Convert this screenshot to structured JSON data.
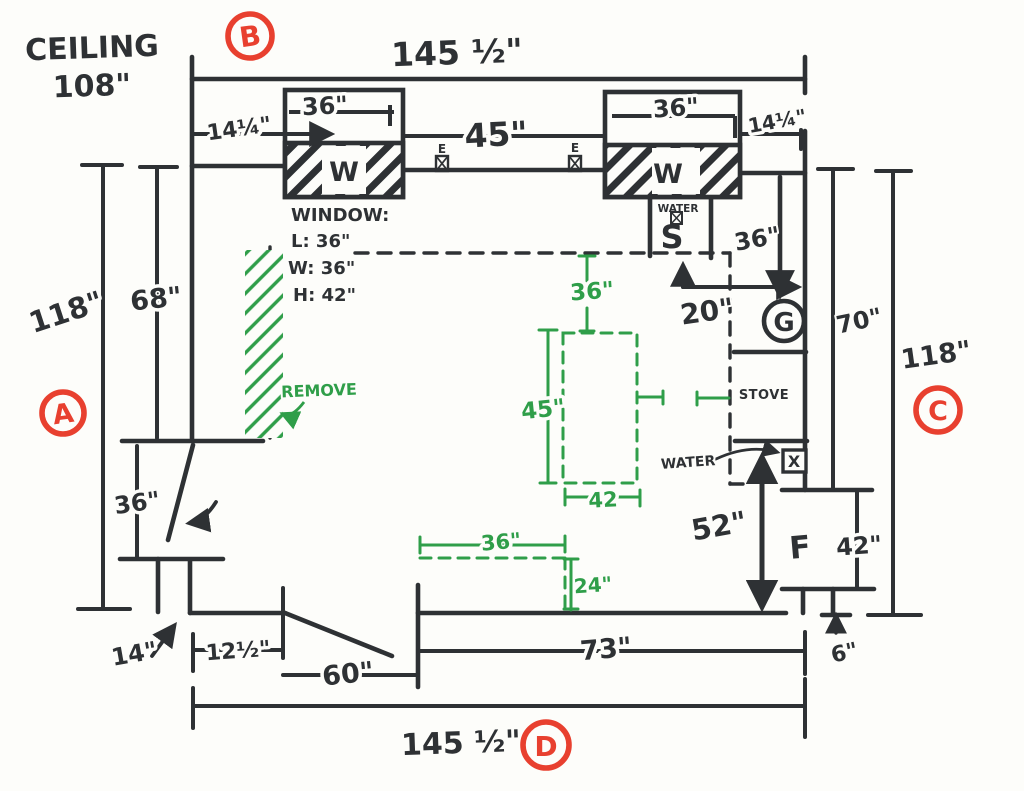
{
  "drawing": {
    "type": "hand-drawn kitchen floor plan",
    "colors": {
      "ink": "#2e3134",
      "green": "#2f9e49",
      "red": "#e8402f",
      "paper": "#fdfdfa"
    }
  },
  "labels": {
    "ceiling_title": "CEILING",
    "ceiling_height": "108\"",
    "circle_a": "A",
    "circle_b": "B",
    "circle_c": "C",
    "circle_d": "D",
    "top_width": "145 ½\"",
    "bottom_width": "145 ½\"",
    "left_height": "118\"",
    "right_height": "118\"",
    "left_upper": "68\"",
    "right_upper": "70\"",
    "window_left_width": "36\"",
    "window_right_width": "36\"",
    "between_windows": "45\"",
    "left_jamb": "14¼\"",
    "right_jamb": "14¼\"",
    "note_title": "WINDOW:",
    "note_l": "L: 36\"",
    "note_w": "W: 36\"",
    "note_h": "H: 42\"",
    "w_left": "W",
    "w_right": "W",
    "outlet_left": "E",
    "outlet_right": "E",
    "sink_letter": "S",
    "sink_water": "WATER",
    "sink_clearance": "36\"",
    "counter_to_wall": "20\"",
    "gas_letter": "G",
    "stove": "STOVE",
    "water_label": "WATER",
    "water_x": "X",
    "fridge_letter": "F",
    "fridge_height": "42\"",
    "fridge_gap": "6\"",
    "wall_to_fridge": "52\"",
    "remove": "REMOVE",
    "island_gap": "36\"",
    "island_length": "45\"",
    "island_width": "42",
    "table_width": "36\"",
    "table_depth": "24\"",
    "door_wall": "36\"",
    "door_gap": "14\"",
    "seg_left": "12½\"",
    "seg_door": "60\"",
    "seg_right": "73\""
  }
}
